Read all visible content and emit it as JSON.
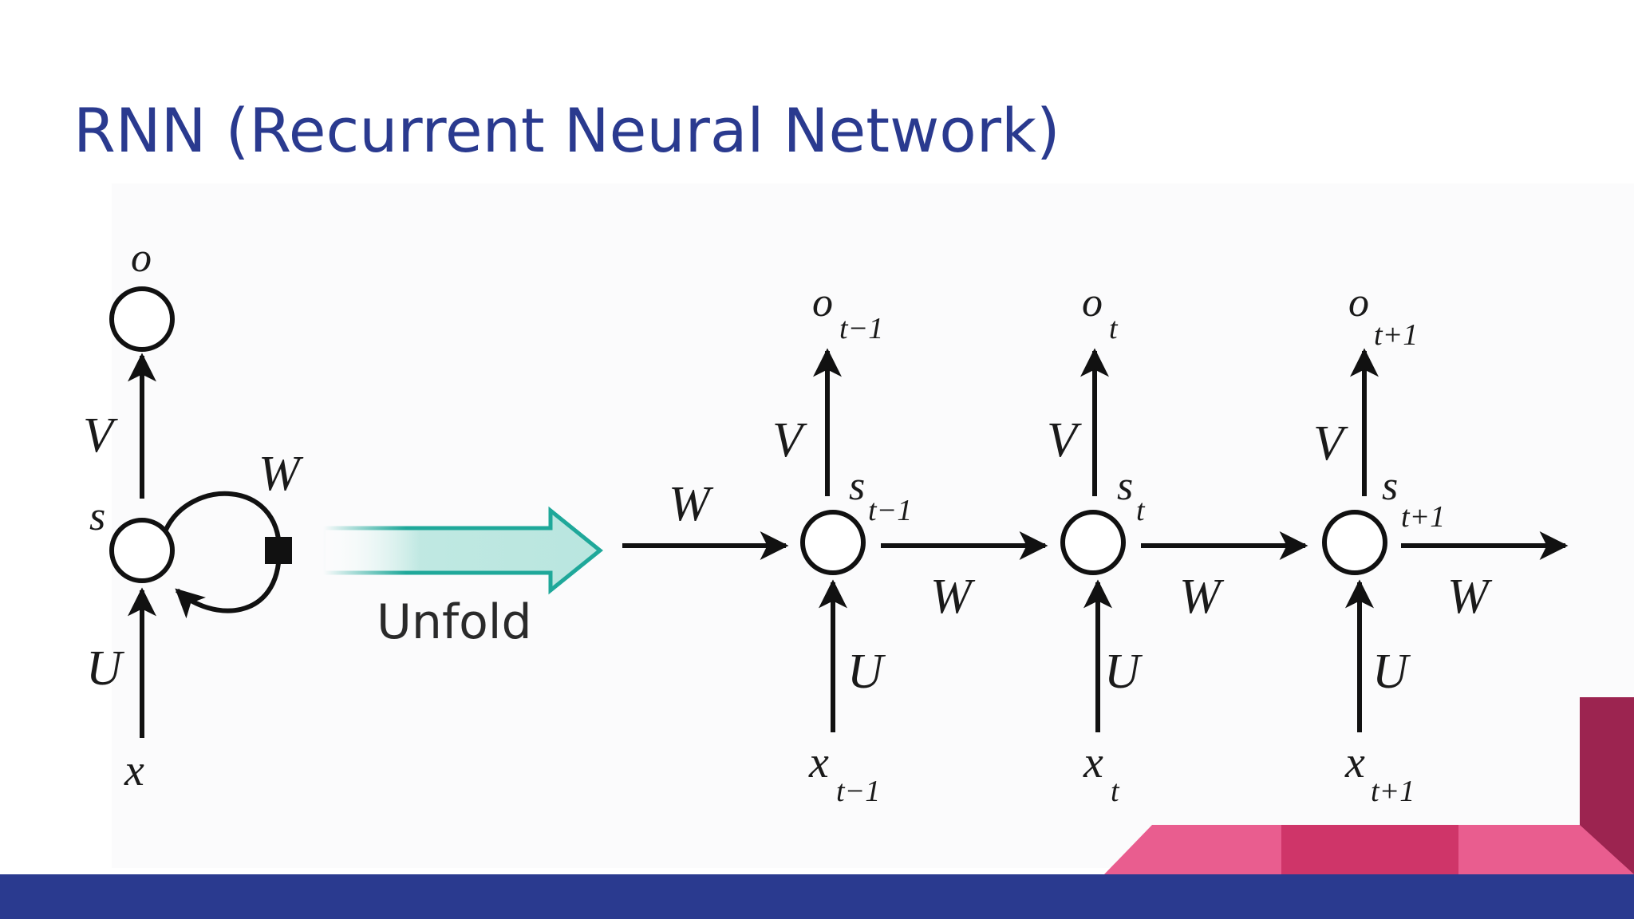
{
  "slide": {
    "title": "RNN (Recurrent Neural Network)"
  },
  "colors": {
    "title": "#2a3a8f",
    "footer_bar": "#2a3a8f",
    "accent_pink": "#e95d8f",
    "accent_magenta": "#cf3569",
    "accent_maroon": "#9c2450",
    "unfold_arrow_stroke": "#1fa89a",
    "unfold_arrow_fill": "#b9e6df"
  },
  "diagram": {
    "folded": {
      "output_label": "o",
      "state_label": "s",
      "input_label": "x",
      "weight_v": "V",
      "weight_u": "U",
      "weight_w": "W"
    },
    "unfold_label": "Unfold",
    "incoming_w": "W",
    "steps": [
      {
        "o": "o",
        "o_sub": "t−1",
        "s": "s",
        "s_sub": "t−1",
        "x": "x",
        "x_sub": "t−1",
        "v": "V",
        "u": "U",
        "w_out": "W"
      },
      {
        "o": "o",
        "o_sub": "t",
        "s": "s",
        "s_sub": "t",
        "x": "x",
        "x_sub": "t",
        "v": "V",
        "u": "U",
        "w_out": "W"
      },
      {
        "o": "o",
        "o_sub": "t+1",
        "s": "s",
        "s_sub": "t+1",
        "x": "x",
        "x_sub": "t+1",
        "v": "V",
        "u": "U",
        "w_out": "W"
      }
    ]
  }
}
